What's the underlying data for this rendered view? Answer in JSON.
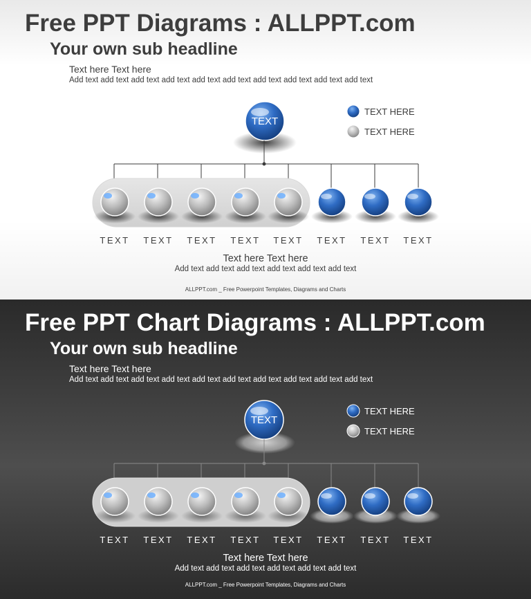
{
  "slides": [
    {
      "theme": "light",
      "title": "Free PPT Diagrams : ALLPPT.com",
      "subtitle": "Your own sub headline",
      "body_heading": "Text here Text here",
      "body_text": "Add text add text add text add text add text add text add text add text add text add text",
      "root_label": "TEXT",
      "legend": [
        {
          "label": "TEXT HERE",
          "color": "blue"
        },
        {
          "label": "TEXT HERE",
          "color": "gray"
        }
      ],
      "nodes": [
        {
          "label": "TEXT",
          "color": "gray"
        },
        {
          "label": "TEXT",
          "color": "gray"
        },
        {
          "label": "TEXT",
          "color": "gray"
        },
        {
          "label": "TEXT",
          "color": "gray"
        },
        {
          "label": "TEXT",
          "color": "gray"
        },
        {
          "label": "TEXT",
          "color": "blue"
        },
        {
          "label": "TEXT",
          "color": "blue"
        },
        {
          "label": "TEXT",
          "color": "blue"
        }
      ],
      "caption_heading": "Text here Text here",
      "caption_text": "Add text add text add text add text add text add text",
      "footer": "ALLPPT.com _ Free Powerpoint Templates, Diagrams and Charts"
    },
    {
      "theme": "dark",
      "title": "Free PPT Chart Diagrams : ALLPPT.com",
      "subtitle": "Your own sub headline",
      "body_heading": "Text here Text here",
      "body_text": "Add text add text add text add text add text add text add text add text add text add text",
      "root_label": "TEXT",
      "legend": [
        {
          "label": "TEXT HERE",
          "color": "blue"
        },
        {
          "label": "TEXT HERE",
          "color": "gray"
        }
      ],
      "nodes": [
        {
          "label": "TEXT",
          "color": "gray"
        },
        {
          "label": "TEXT",
          "color": "gray"
        },
        {
          "label": "TEXT",
          "color": "gray"
        },
        {
          "label": "TEXT",
          "color": "gray"
        },
        {
          "label": "TEXT",
          "color": "gray"
        },
        {
          "label": "TEXT",
          "color": "blue"
        },
        {
          "label": "TEXT",
          "color": "blue"
        },
        {
          "label": "TEXT",
          "color": "blue"
        }
      ],
      "caption_heading": "Text here Text here",
      "caption_text": "Add text add text add text add text add text add text",
      "footer": "ALLPPT.com _ Free Powerpoint Templates, Diagrams and Charts"
    }
  ],
  "colors": {
    "blue_ball": "#2f6cc4",
    "gray_ball": "#b8b8b8",
    "connector_light": "#3a3a3a",
    "connector_dark": "#8a8a8a"
  }
}
